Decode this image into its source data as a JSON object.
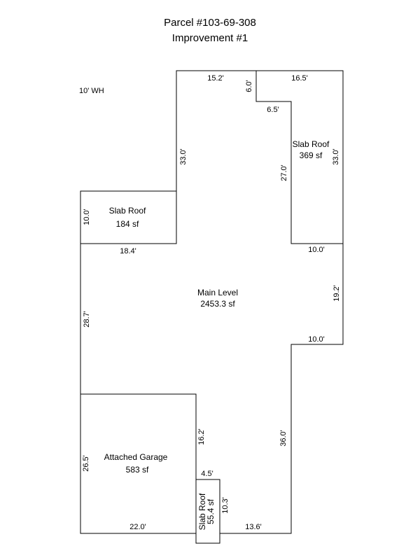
{
  "header": {
    "parcel": "Parcel #103-69-308",
    "improvement": "Improvement #1"
  },
  "note": "10' WH",
  "areas": {
    "slab_roof_right": {
      "label": "Slab Roof",
      "size": "369 sf"
    },
    "slab_roof_left": {
      "label": "Slab Roof",
      "size": "184 sf"
    },
    "main_level": {
      "label": "Main Level",
      "size": "2453.3 sf"
    },
    "attached_garage": {
      "label": "Attached Garage",
      "size": "583 sf"
    },
    "slab_roof_small": {
      "label": "Slab Roof",
      "size": "55.4 sf"
    }
  },
  "dimensions": {
    "top_left_width": "15.2'",
    "notch_depth": "6.0'",
    "top_right_width": "16.5'",
    "notch_width": "6.5'",
    "upper_left_height": "33.0'",
    "slab_right_inner_height": "27.0'",
    "slab_right_outer_height": "33.0'",
    "slab_left_height": "10.0'",
    "slab_left_width": "18.4'",
    "right_top_ledge": "10.0'",
    "right_bump_height": "19.2'",
    "right_bottom_ledge": "10.0'",
    "main_left_height": "28.7'",
    "garage_inner_height": "16.2'",
    "lower_right_height": "36.0'",
    "garage_height": "26.5'",
    "small_slab_width": "4.5'",
    "small_slab_height": "10.3'",
    "garage_width": "22.0'",
    "bottom_right_width": "13.6'"
  }
}
